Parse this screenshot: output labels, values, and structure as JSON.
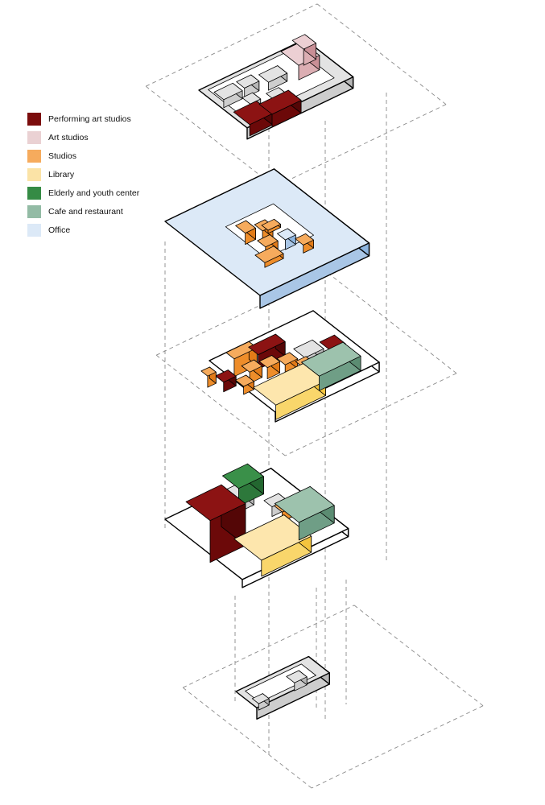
{
  "legend": [
    {
      "label": "Performing art studios",
      "color": "#7b0c0c"
    },
    {
      "label": "Art studios",
      "color": "#ead1d3"
    },
    {
      "label": "Studios",
      "color": "#f6ab5d"
    },
    {
      "label": "Library",
      "color": "#fbe3a6"
    },
    {
      "label": "Elderly and youth center",
      "color": "#358b45"
    },
    {
      "label": "Cafe and restaurant",
      "color": "#93bba5"
    },
    {
      "label": "Office",
      "color": "#dce9f7"
    }
  ],
  "colors": {
    "performing_top": "#8c1313",
    "performing_side_left": "#6c0909",
    "performing_side_right": "#540606",
    "art_top": "#eccfd3",
    "art_side_left": "#dcaeb3",
    "art_side_right": "#c98f96",
    "studio_top": "#f6ab5d",
    "studio_side_left": "#ee8d2a",
    "studio_side_right": "#e27b18",
    "library_top": "#fde6ad",
    "library_side_left": "#f9d66b",
    "library_side_right": "#f4c43e",
    "elderly_top": "#3a9049",
    "elderly_side_left": "#2d783b",
    "elderly_side_right": "#236730",
    "cafe_top": "#9dc2ad",
    "cafe_side_left": "#6f9e86",
    "cafe_side_right": "#5b8c72",
    "office_top": "#dce9f7",
    "office_side_left": "#a9c6e6",
    "office_side_right": "#8db5e0",
    "grey_top": "#e3e3e3",
    "grey_side_left": "#cdcdcd",
    "grey_side_right": "#b6b6b6",
    "white": "#ffffff",
    "outline": "#000000",
    "dash": "#8a8a8a"
  },
  "floors": [
    {
      "name": "top-floor"
    },
    {
      "name": "office-floor"
    },
    {
      "name": "studios-floor"
    },
    {
      "name": "ground-floor"
    },
    {
      "name": "basement-floor"
    }
  ]
}
